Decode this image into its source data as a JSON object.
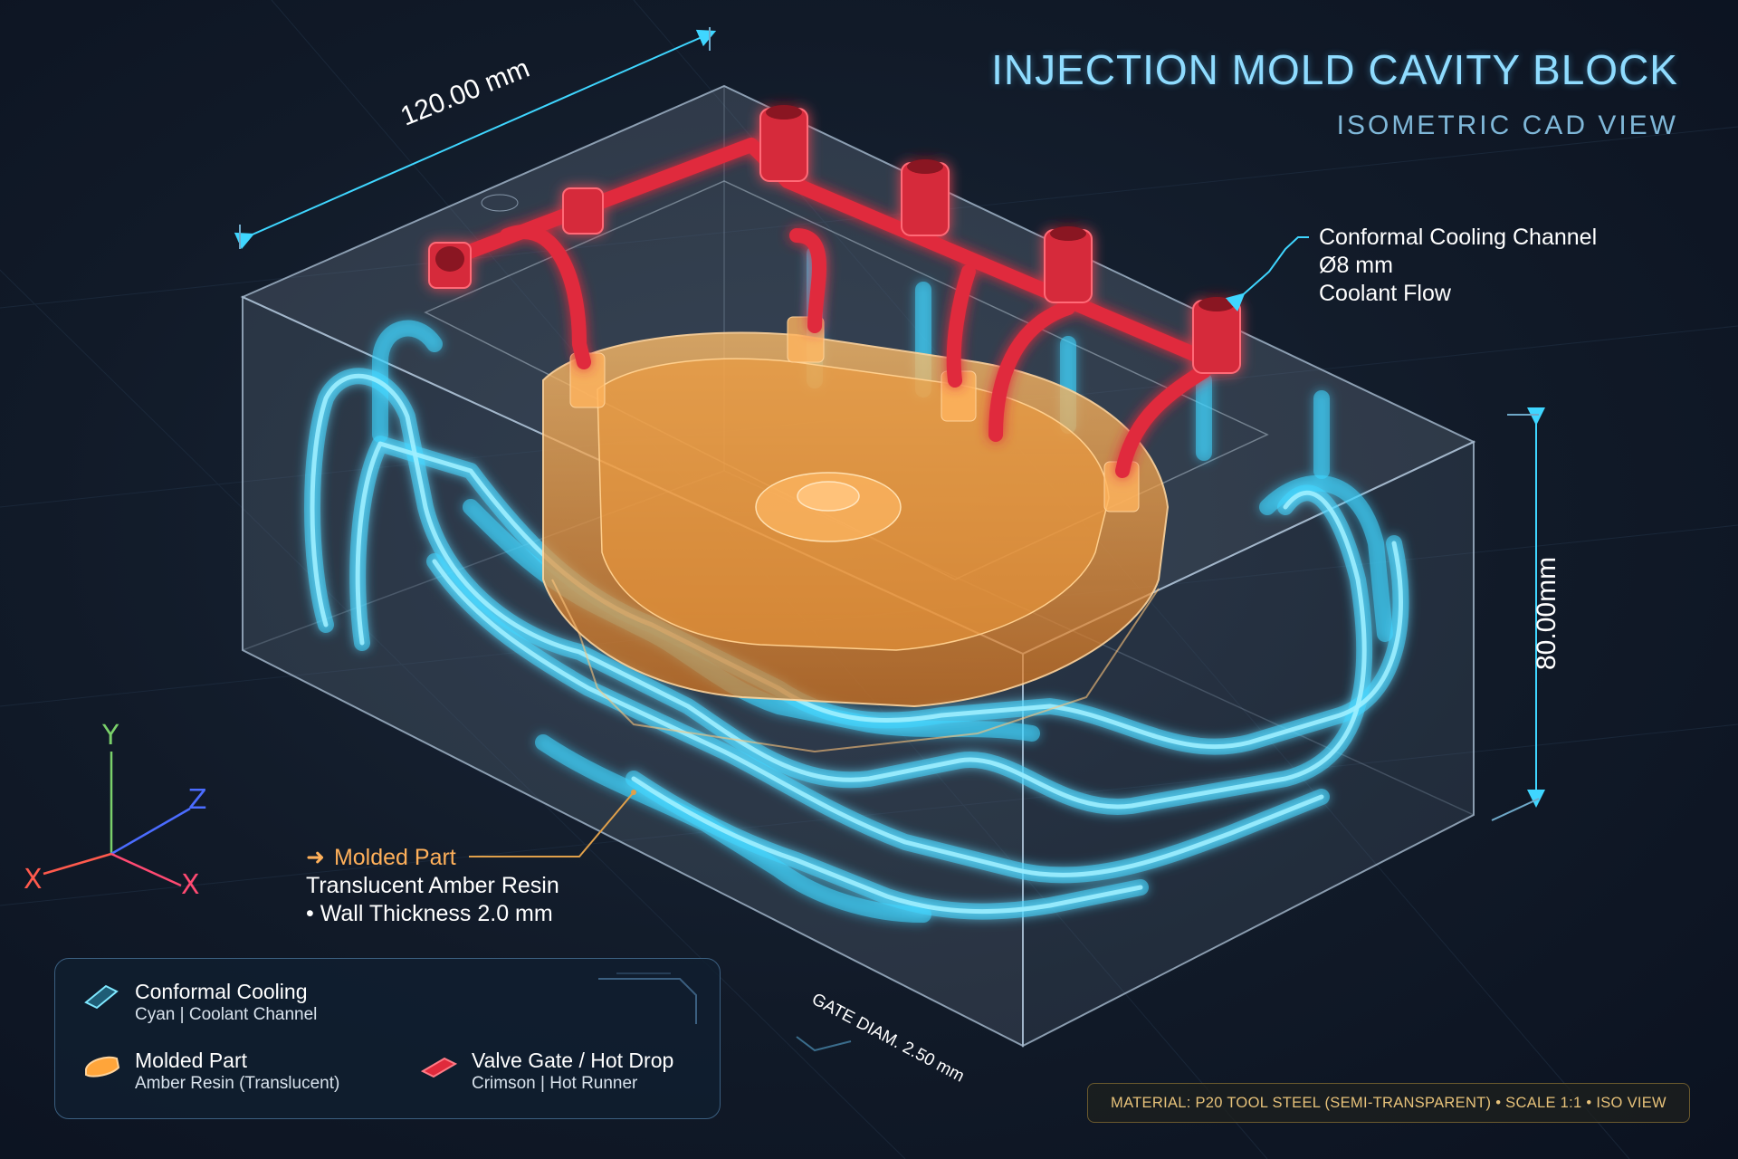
{
  "title": {
    "main": "INJECTION MOLD CAVITY BLOCK",
    "sub": "ISOMETRIC CAD VIEW"
  },
  "dimensions": {
    "width": "120.00 mm",
    "height": "80.00mm",
    "gate": "GATE DIAM. 2.50 mm"
  },
  "callouts": {
    "cooling": {
      "line1": "Conformal Cooling Channel",
      "line2": "Ø8 mm",
      "line3": "Coolant Flow"
    },
    "molded": {
      "head": "Molded Part",
      "line1": "Translucent Amber Resin",
      "line2": "• Wall Thickness 2.0 mm"
    }
  },
  "legend": [
    {
      "name": "Conformal Cooling",
      "desc": "Cyan | Coolant Channel",
      "icon": "cyan-channel-icon",
      "color": "#3fd6ff"
    },
    {
      "name": "Molded Part",
      "desc": "Amber Resin (Translucent)",
      "icon": "amber-part-icon",
      "color": "#ffa53a"
    },
    {
      "name": "Valve Gate / Hot Drop",
      "desc": "Crimson | Hot Runner",
      "icon": "crimson-gate-icon",
      "color": "#ff3b4e"
    }
  ],
  "axes": {
    "y": "Y",
    "z": "Z",
    "x_left": "X",
    "x_right": "X"
  },
  "footer": "MATERIAL: P20 TOOL STEEL (SEMI-TRANSPARENT) • SCALE 1:1 • ISO VIEW",
  "colors": {
    "cooling": "#3fd6ff",
    "molded": "#ffa53a",
    "hot_runner": "#ff3b4e",
    "steel": "#9fb3c8",
    "title": "#8fdcff"
  }
}
